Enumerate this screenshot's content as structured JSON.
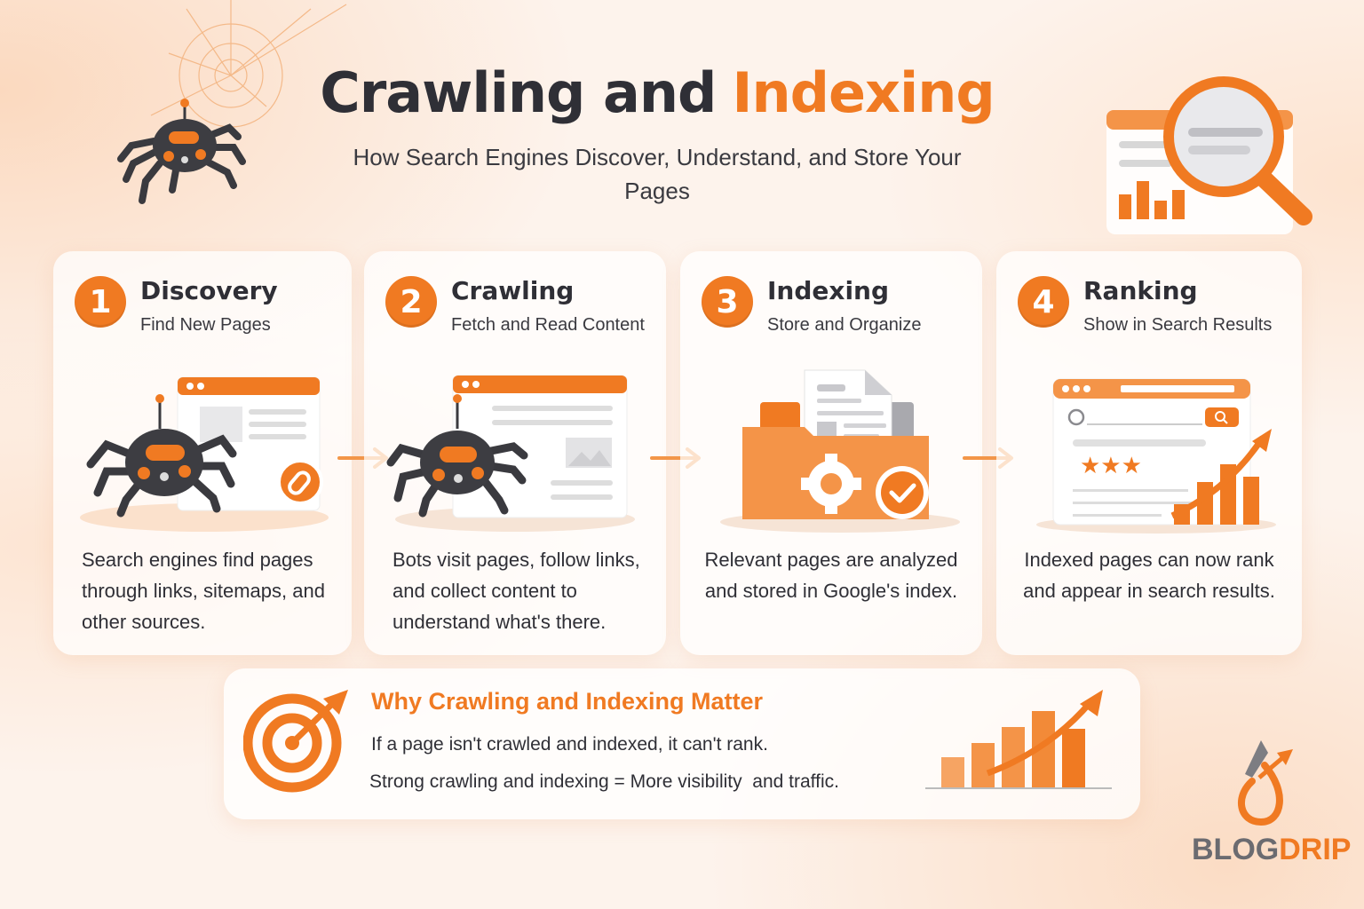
{
  "header": {
    "title_dark": "Crawling and",
    "title_accent": "Indexing",
    "subtitle": "How Search Engines Discover, Understand, and Store Your Pages"
  },
  "steps": [
    {
      "number": "1",
      "title": "Discovery",
      "subtitle": "Find New Pages",
      "description": "Search engines find pages through links, sitemaps, and other sources.",
      "icon": "spider-with-link-icon"
    },
    {
      "number": "2",
      "title": "Crawling",
      "subtitle": "Fetch and Read Content",
      "description": "Bots visit pages, follow links, and collect content to understand what's there.",
      "icon": "spider-reading-page-icon"
    },
    {
      "number": "3",
      "title": "Indexing",
      "subtitle": "Store and Organize",
      "description": "Relevant pages are analyzed and stored in Google's index.",
      "icon": "folder-gear-check-icon"
    },
    {
      "number": "4",
      "title": "Ranking",
      "subtitle": "Show in Search Results",
      "description": "Indexed pages can now rank and appear in search results.",
      "icon": "search-results-growth-icon"
    }
  ],
  "banner": {
    "title": "Why Crawling and Indexing Matter",
    "line1": "If a page isn't crawled and indexed, it can't rank.",
    "line2": "Strong crawling and indexing = More visibility  and traffic.",
    "icon_left": "target-arrow-icon",
    "icon_right": "growth-bar-chart-icon"
  },
  "logo": {
    "part1": "BLOG",
    "part2": "DRIP"
  },
  "colors": {
    "accent": "#f07a22",
    "dark_text": "#2f2f36",
    "background": "#fdf3ec",
    "spider_body": "#3a3a3f",
    "logo_gray": "#6b6b70"
  }
}
